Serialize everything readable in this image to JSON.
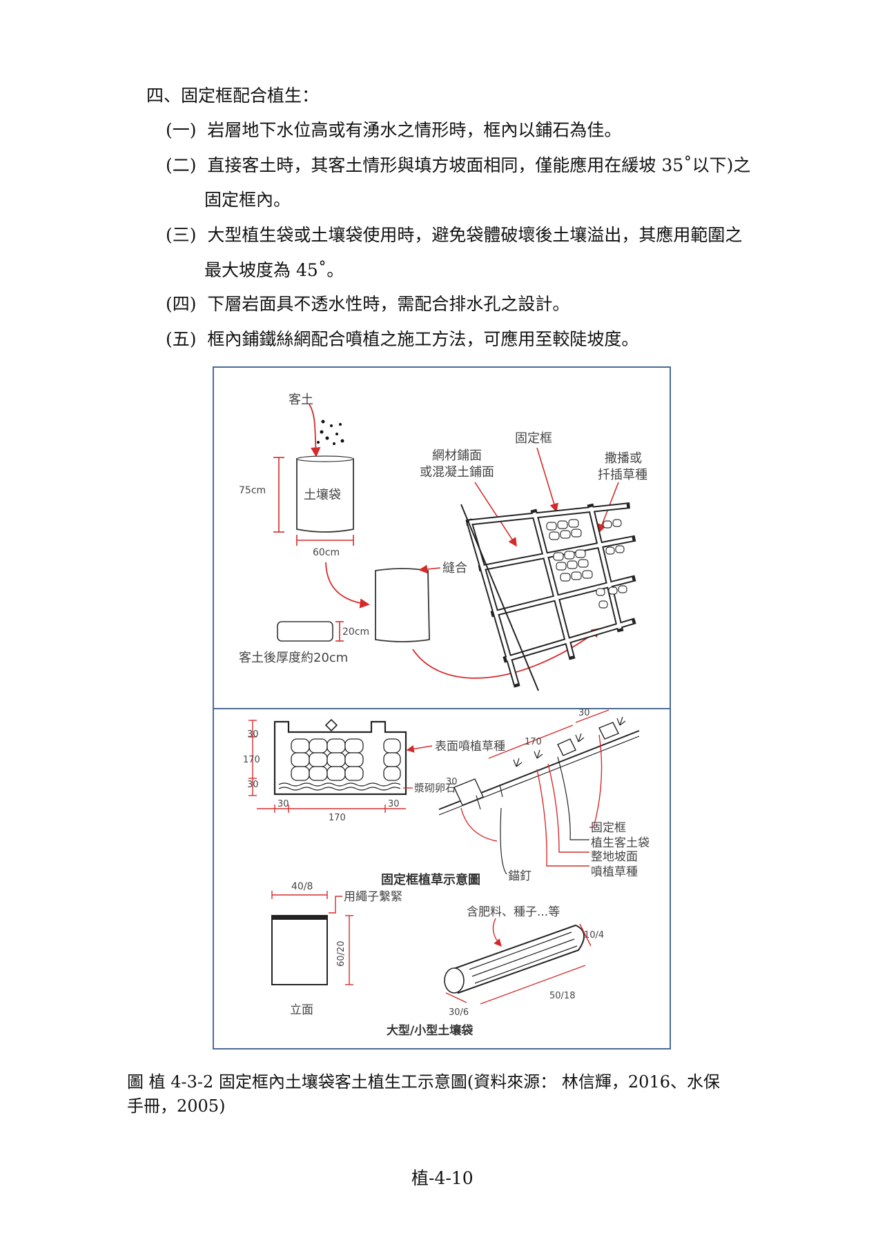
{
  "section": {
    "title": "四、固定框配合植生："
  },
  "items": [
    {
      "num": "(一)",
      "text": "岩層地下水位高或有湧水之情形時，框內以鋪石為佳。"
    },
    {
      "num": "(二)",
      "text": "直接客土時，其客土情形與填方坡面相同，僅能應用在緩坡 35˚以下)之",
      "cont": "固定框內。"
    },
    {
      "num": "(三)",
      "text": "大型植生袋或土壤袋使用時，避免袋體破壞後土壤溢出，其應用範圍之",
      "cont": "最大坡度為 45˚。"
    },
    {
      "num": "(四)",
      "text": "下層岩面具不透水性時，需配合排水孔之設計。"
    },
    {
      "num": "(五)",
      "text": "框內鋪鐵絲網配合噴植之施工方法，可應用至較陡坡度。"
    }
  ],
  "figure": {
    "top": {
      "soil_label": "客土",
      "bag_label": "土壤袋",
      "height_label": "75cm",
      "width_label": "60cm",
      "seam_label": "縫合",
      "thick_label": "20cm",
      "after_label": "客土後厚度約20cm",
      "net_label_1": "網材鋪面",
      "net_label_2": "或混凝土鋪面",
      "frame_label": "固定框",
      "seed_label_1": "撒播或",
      "seed_label_2": "扦插草種"
    },
    "bottom": {
      "dim_30_a": "30",
      "dim_170_a": "170",
      "dim_30_b": "30",
      "dim_30_c": "30",
      "dim_170_b": "170",
      "dim_30_d": "30",
      "spray_label": "表面噴植草種",
      "stone_label": "漿砌卵石",
      "plan_title": "固定框植草示意圖",
      "slope_30_a": "30",
      "slope_170": "170",
      "slope_30_b": "30",
      "anchor_label": "錨釘",
      "legend_frame": "固定框",
      "legend_bag": "植生客土袋",
      "legend_slope": "整地坡面",
      "legend_seed": "噴植草種",
      "bag_width": "40/8",
      "rope_label": "用繩子繫緊",
      "bag_height": "60/20",
      "elev_label": "立面",
      "fert_label": "含肥料、種子...等",
      "bag_d1": "10/4",
      "bag_d2": "50/18",
      "bag_d3": "30/6",
      "bags_title": "大型/小型土壤袋"
    }
  },
  "caption": {
    "line1": "圖  植 4-3-2 固定框內土壤袋客土植生工示意圖(資料來源：  林信輝，2016、水保",
    "line2": "手冊，2005)"
  },
  "page_number": "植-4-10",
  "colors": {
    "frame_border": "#4a6a94",
    "red": "#d42a2a",
    "line": "#333333"
  }
}
